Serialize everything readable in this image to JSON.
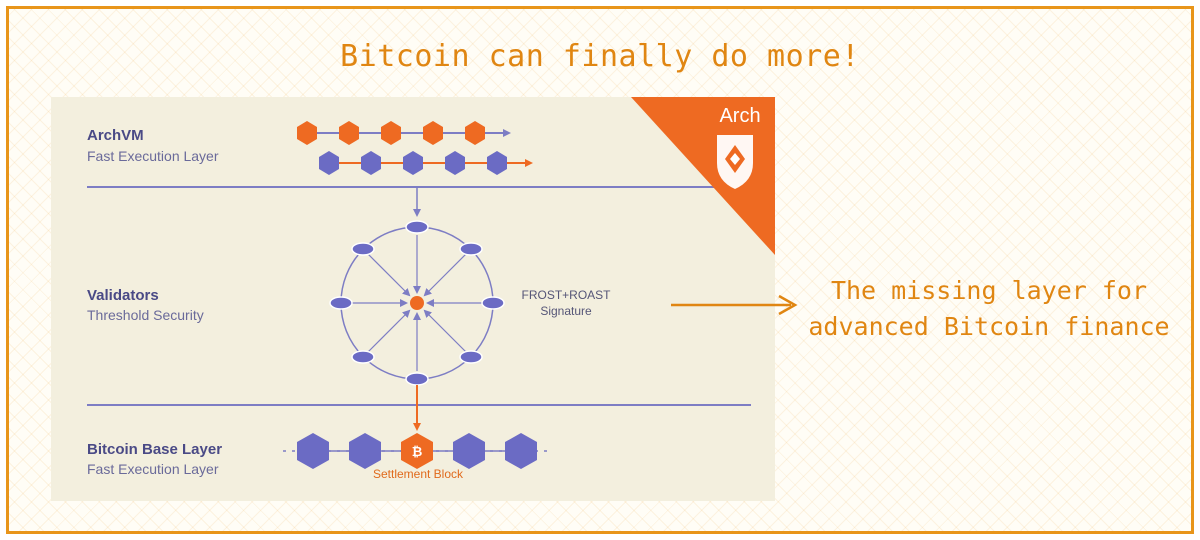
{
  "headline": "Bitcoin can finally do more!",
  "side_caption": {
    "line1": "The missing layer for",
    "line2": "advanced Bitcoin finance"
  },
  "diagram": {
    "layers": [
      {
        "title": "ArchVM",
        "subtitle": "Fast Execution Layer"
      },
      {
        "title": "Validators",
        "subtitle": "Threshold Security"
      },
      {
        "title": "Bitcoin Base Layer",
        "subtitle": "Fast Execution Layer"
      }
    ],
    "signature_label": {
      "line1": "FROST+ROAST",
      "line2": "Signature"
    },
    "settlement_label": "Settlement Block",
    "logo": {
      "text": "Arch"
    }
  },
  "colors": {
    "accent": "#e08612",
    "orange": "#ee6a22",
    "purple": "#6b6bc4",
    "line": "#7d7dc4",
    "panel_bg": "#f3efde"
  }
}
